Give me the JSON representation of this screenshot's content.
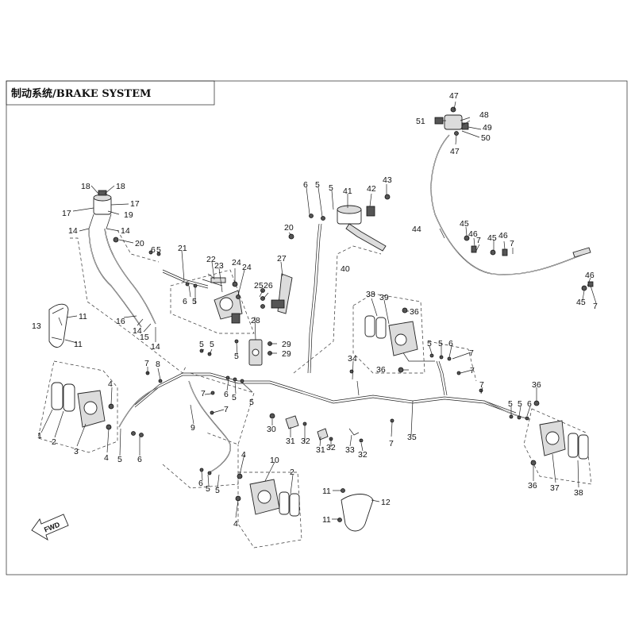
{
  "title": "制动系统/BRAKE SYSTEM",
  "direction_label": "FWD",
  "callouts": [
    {
      "id": "c47a",
      "text": "47"
    },
    {
      "id": "c48",
      "text": "48"
    },
    {
      "id": "c51",
      "text": "51"
    },
    {
      "id": "c49",
      "text": "49"
    },
    {
      "id": "c50",
      "text": "50"
    },
    {
      "id": "c47b",
      "text": "47"
    },
    {
      "id": "c18a",
      "text": "18"
    },
    {
      "id": "c18b",
      "text": "18"
    },
    {
      "id": "c17a",
      "text": "17"
    },
    {
      "id": "c17b",
      "text": "17"
    },
    {
      "id": "c19",
      "text": "19"
    },
    {
      "id": "c14a",
      "text": "14"
    },
    {
      "id": "c14b",
      "text": "14"
    },
    {
      "id": "c20a",
      "text": "20"
    },
    {
      "id": "c6a",
      "text": "6"
    },
    {
      "id": "c5a",
      "text": "5"
    },
    {
      "id": "c21",
      "text": "21"
    },
    {
      "id": "c22",
      "text": "22"
    },
    {
      "id": "c23",
      "text": "23"
    },
    {
      "id": "c24a",
      "text": "24"
    },
    {
      "id": "c24b",
      "text": "24"
    },
    {
      "id": "c6b",
      "text": "6"
    },
    {
      "id": "c5b",
      "text": "5"
    },
    {
      "id": "c25",
      "text": "25"
    },
    {
      "id": "c26",
      "text": "26"
    },
    {
      "id": "c27",
      "text": "27"
    },
    {
      "id": "c20b",
      "text": "20"
    },
    {
      "id": "c6c",
      "text": "6"
    },
    {
      "id": "c5c",
      "text": "5"
    },
    {
      "id": "c5d",
      "text": "5"
    },
    {
      "id": "c41",
      "text": "41"
    },
    {
      "id": "c42",
      "text": "42"
    },
    {
      "id": "c43",
      "text": "43"
    },
    {
      "id": "c44",
      "text": "44"
    },
    {
      "id": "c45a",
      "text": "45"
    },
    {
      "id": "c46a",
      "text": "46"
    },
    {
      "id": "c7a",
      "text": "7"
    },
    {
      "id": "c45b",
      "text": "45"
    },
    {
      "id": "c46b",
      "text": "46"
    },
    {
      "id": "c7b",
      "text": "7"
    },
    {
      "id": "c46c",
      "text": "46"
    },
    {
      "id": "c45c",
      "text": "45"
    },
    {
      "id": "c7c",
      "text": "7"
    },
    {
      "id": "c40",
      "text": "40"
    },
    {
      "id": "c16",
      "text": "16"
    },
    {
      "id": "c14c",
      "text": "14"
    },
    {
      "id": "c15",
      "text": "15"
    },
    {
      "id": "c14d",
      "text": "14"
    },
    {
      "id": "c13",
      "text": "13"
    },
    {
      "id": "c11a",
      "text": "11"
    },
    {
      "id": "c11b",
      "text": "11"
    },
    {
      "id": "c28",
      "text": "28"
    },
    {
      "id": "c29a",
      "text": "29"
    },
    {
      "id": "c29b",
      "text": "29"
    },
    {
      "id": "c5e",
      "text": "5"
    },
    {
      "id": "c38a",
      "text": "38"
    },
    {
      "id": "c39",
      "text": "39"
    },
    {
      "id": "c36a",
      "text": "36"
    },
    {
      "id": "c36b",
      "text": "36"
    },
    {
      "id": "c34",
      "text": "34"
    },
    {
      "id": "c5f",
      "text": "5"
    },
    {
      "id": "c5g",
      "text": "5"
    },
    {
      "id": "c6d",
      "text": "6"
    },
    {
      "id": "c7d",
      "text": "7"
    },
    {
      "id": "c7e",
      "text": "7"
    },
    {
      "id": "c7f",
      "text": "7"
    },
    {
      "id": "c5h",
      "text": "5"
    },
    {
      "id": "c5i",
      "text": "5"
    },
    {
      "id": "c7g",
      "text": "7"
    },
    {
      "id": "c8",
      "text": "8"
    },
    {
      "id": "c4a",
      "text": "4"
    },
    {
      "id": "c6e",
      "text": "6"
    },
    {
      "id": "c5j",
      "text": "5"
    },
    {
      "id": "c5k",
      "text": "5"
    },
    {
      "id": "c7h",
      "text": "7"
    },
    {
      "id": "c7i",
      "text": "7"
    },
    {
      "id": "c9",
      "text": "9"
    },
    {
      "id": "c30",
      "text": "30"
    },
    {
      "id": "c31a",
      "text": "31"
    },
    {
      "id": "c32a",
      "text": "32"
    },
    {
      "id": "c31b",
      "text": "31"
    },
    {
      "id": "c32b",
      "text": "32"
    },
    {
      "id": "c33",
      "text": "33"
    },
    {
      "id": "c32c",
      "text": "32"
    },
    {
      "id": "c7j",
      "text": "7"
    },
    {
      "id": "c35",
      "text": "35"
    },
    {
      "id": "c36c",
      "text": "36"
    },
    {
      "id": "c5l",
      "text": "5"
    },
    {
      "id": "c5m",
      "text": "5"
    },
    {
      "id": "c6f",
      "text": "6"
    },
    {
      "id": "c1",
      "text": "1"
    },
    {
      "id": "c2a",
      "text": "2"
    },
    {
      "id": "c3",
      "text": "3"
    },
    {
      "id": "c4b",
      "text": "4"
    },
    {
      "id": "c5n",
      "text": "5"
    },
    {
      "id": "c6g",
      "text": "6"
    },
    {
      "id": "c4c",
      "text": "4"
    },
    {
      "id": "c10",
      "text": "10"
    },
    {
      "id": "c2b",
      "text": "2"
    },
    {
      "id": "c6h",
      "text": "6"
    },
    {
      "id": "c5o",
      "text": "5"
    },
    {
      "id": "c5p",
      "text": "5"
    },
    {
      "id": "c4d",
      "text": "4"
    },
    {
      "id": "c36d",
      "text": "36"
    },
    {
      "id": "c37",
      "text": "37"
    },
    {
      "id": "c38b",
      "text": "38"
    },
    {
      "id": "c11c",
      "text": "11"
    },
    {
      "id": "c12",
      "text": "12"
    },
    {
      "id": "c11d",
      "text": "11"
    }
  ]
}
